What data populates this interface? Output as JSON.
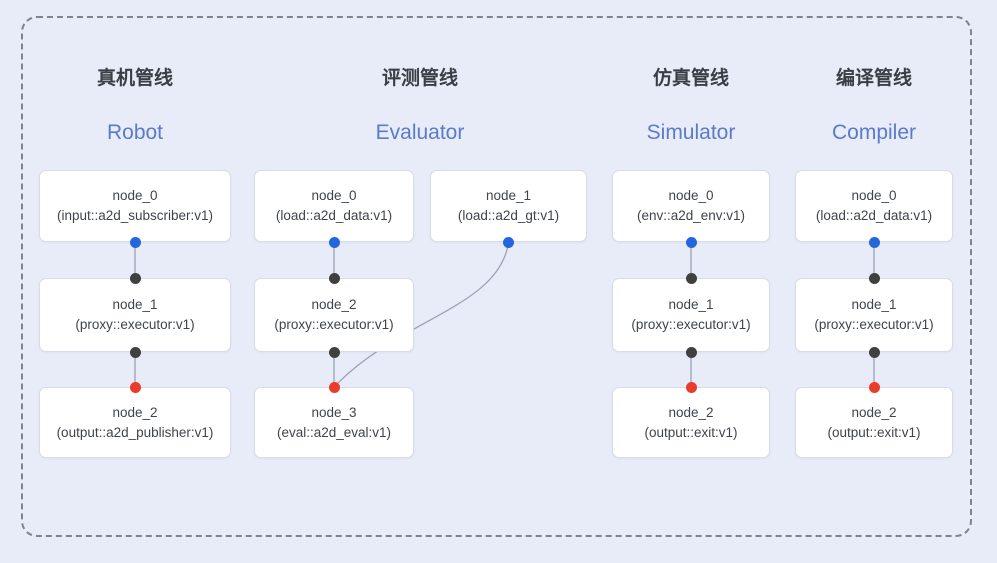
{
  "colors": {
    "background": "#e8ecf8",
    "dashed_border": "#7e848d",
    "box_bg": "#ffffff",
    "box_border": "#d8dce4",
    "title_zh_color": "#3a3e46",
    "title_en_color": "#5b7ac9",
    "node_text": "#3f444b",
    "connector": "#9aa3b5",
    "dot_blue": "#2566dc",
    "dot_dark": "#404040",
    "dot_red": "#ea3c2b"
  },
  "icons": {
    "blue_dot": "output-port-dot",
    "dark_dot": "input-port-dot",
    "red_dot": "sink-port-dot"
  },
  "pipelines": [
    {
      "title_zh": "真机管线",
      "title_en": "Robot",
      "nodes": [
        {
          "name": "node_0",
          "type": "(input::a2d_subscriber:v1)"
        },
        {
          "name": "node_1",
          "type": "(proxy::executor:v1)"
        },
        {
          "name": "node_2",
          "type": "(output::a2d_publisher:v1)"
        }
      ]
    },
    {
      "title_zh": "评测管线",
      "title_en": "Evaluator",
      "nodes": [
        {
          "name": "node_0",
          "type": "(load::a2d_data:v1)"
        },
        {
          "name": "node_1",
          "type": "(load::a2d_gt:v1)"
        },
        {
          "name": "node_2",
          "type": "(proxy::executor:v1)"
        },
        {
          "name": "node_3",
          "type": "(eval::a2d_eval:v1)"
        }
      ]
    },
    {
      "title_zh": "仿真管线",
      "title_en": "Simulator",
      "nodes": [
        {
          "name": "node_0",
          "type": "(env::a2d_env:v1)"
        },
        {
          "name": "node_1",
          "type": "(proxy::executor:v1)"
        },
        {
          "name": "node_2",
          "type": "(output::exit:v1)"
        }
      ]
    },
    {
      "title_zh": "编译管线",
      "title_en": "Compiler",
      "nodes": [
        {
          "name": "node_0",
          "type": "(load::a2d_data:v1)"
        },
        {
          "name": "node_1",
          "type": "(proxy::executor:v1)"
        },
        {
          "name": "node_2",
          "type": "(output::exit:v1)"
        }
      ]
    }
  ]
}
